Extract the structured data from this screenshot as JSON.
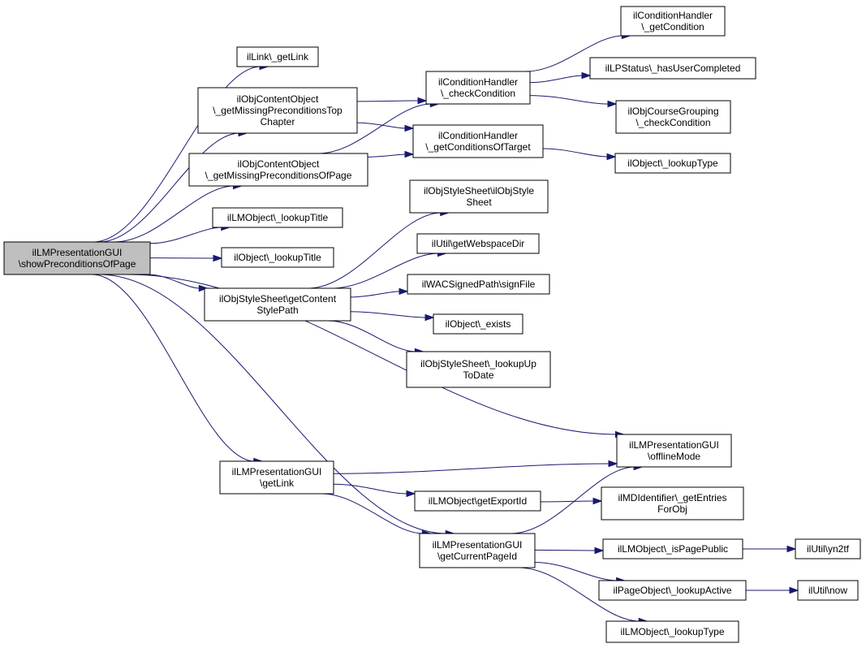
{
  "colors": {
    "edge": "#191970",
    "root_fill": "#bfbfbf",
    "node_fill": "#ffffff",
    "border": "#000000"
  },
  "nodes": [
    {
      "id": "root",
      "lines": [
        "ilLMPresentationGUI",
        "\\showPreconditionsOfPage"
      ]
    },
    {
      "id": "getLink",
      "lines": [
        "ilLink\\_getLink"
      ]
    },
    {
      "id": "missTop",
      "lines": [
        "ilObjContentObject",
        "\\_getMissingPreconditionsTop",
        "Chapter"
      ]
    },
    {
      "id": "missPage",
      "lines": [
        "ilObjContentObject",
        "\\_getMissingPreconditionsOfPage"
      ]
    },
    {
      "id": "lmLookupTitle",
      "lines": [
        "ilLMObject\\_lookupTitle"
      ]
    },
    {
      "id": "objLookupTitle",
      "lines": [
        "ilObject\\_lookupTitle"
      ]
    },
    {
      "id": "contentStyle",
      "lines": [
        "ilObjStyleSheet\\getContent",
        "StylePath"
      ]
    },
    {
      "id": "lmpGetLink",
      "lines": [
        "ilLMPresentationGUI",
        "\\getLink"
      ]
    },
    {
      "id": "checkCond",
      "lines": [
        "ilConditionHandler",
        "\\_checkCondition"
      ]
    },
    {
      "id": "condTarget",
      "lines": [
        "ilConditionHandler",
        "\\_getConditionsOfTarget"
      ]
    },
    {
      "id": "styleCtor",
      "lines": [
        "ilObjStyleSheet\\ilObjStyle",
        "Sheet"
      ]
    },
    {
      "id": "webspace",
      "lines": [
        "ilUtil\\getWebspaceDir"
      ]
    },
    {
      "id": "signFile",
      "lines": [
        "ilWACSignedPath\\signFile"
      ]
    },
    {
      "id": "exists",
      "lines": [
        "ilObject\\_exists"
      ]
    },
    {
      "id": "upToDate",
      "lines": [
        "ilObjStyleSheet\\_lookupUp",
        "ToDate"
      ]
    },
    {
      "id": "exportId",
      "lines": [
        "ilLMObject\\getExportId"
      ]
    },
    {
      "id": "curPage",
      "lines": [
        "ilLMPresentationGUI",
        "\\getCurrentPageId"
      ]
    },
    {
      "id": "getCondition",
      "lines": [
        "ilConditionHandler",
        "\\_getCondition"
      ]
    },
    {
      "id": "hasUser",
      "lines": [
        "ilLPStatus\\_hasUserCompleted"
      ]
    },
    {
      "id": "grouping",
      "lines": [
        "ilObjCourseGrouping",
        "\\_checkCondition"
      ]
    },
    {
      "id": "lookupType",
      "lines": [
        "ilObject\\_lookupType"
      ]
    },
    {
      "id": "offline",
      "lines": [
        "ilLMPresentationGUI",
        "\\offlineMode"
      ]
    },
    {
      "id": "mdEntries",
      "lines": [
        "ilMDIdentifier\\_getEntries",
        "ForObj"
      ]
    },
    {
      "id": "isPublic",
      "lines": [
        "ilLMObject\\_isPagePublic"
      ]
    },
    {
      "id": "pageActive",
      "lines": [
        "ilPageObject\\_lookupActive"
      ]
    },
    {
      "id": "lmLookupType",
      "lines": [
        "ilLMObject\\_lookupType"
      ]
    },
    {
      "id": "yn2tf",
      "lines": [
        "ilUtil\\yn2tf"
      ]
    },
    {
      "id": "now",
      "lines": [
        "ilUtil\\now"
      ]
    }
  ],
  "edges": [
    [
      "root",
      "getLink"
    ],
    [
      "root",
      "missTop"
    ],
    [
      "root",
      "missPage"
    ],
    [
      "root",
      "lmLookupTitle"
    ],
    [
      "root",
      "objLookupTitle"
    ],
    [
      "root",
      "contentStyle"
    ],
    [
      "root",
      "lmpGetLink"
    ],
    [
      "root",
      "offline"
    ],
    [
      "root",
      "curPage"
    ],
    [
      "missTop",
      "checkCond"
    ],
    [
      "missTop",
      "condTarget"
    ],
    [
      "missPage",
      "checkCond"
    ],
    [
      "missPage",
      "condTarget"
    ],
    [
      "checkCond",
      "getCondition"
    ],
    [
      "checkCond",
      "hasUser"
    ],
    [
      "checkCond",
      "grouping"
    ],
    [
      "condTarget",
      "lookupType"
    ],
    [
      "contentStyle",
      "styleCtor"
    ],
    [
      "contentStyle",
      "webspace"
    ],
    [
      "contentStyle",
      "signFile"
    ],
    [
      "contentStyle",
      "exists"
    ],
    [
      "contentStyle",
      "upToDate"
    ],
    [
      "lmpGetLink",
      "offline"
    ],
    [
      "lmpGetLink",
      "exportId"
    ],
    [
      "lmpGetLink",
      "curPage"
    ],
    [
      "exportId",
      "mdEntries"
    ],
    [
      "curPage",
      "offline"
    ],
    [
      "curPage",
      "isPublic"
    ],
    [
      "curPage",
      "pageActive"
    ],
    [
      "curPage",
      "lmLookupType"
    ],
    [
      "isPublic",
      "yn2tf"
    ],
    [
      "pageActive",
      "now"
    ]
  ]
}
